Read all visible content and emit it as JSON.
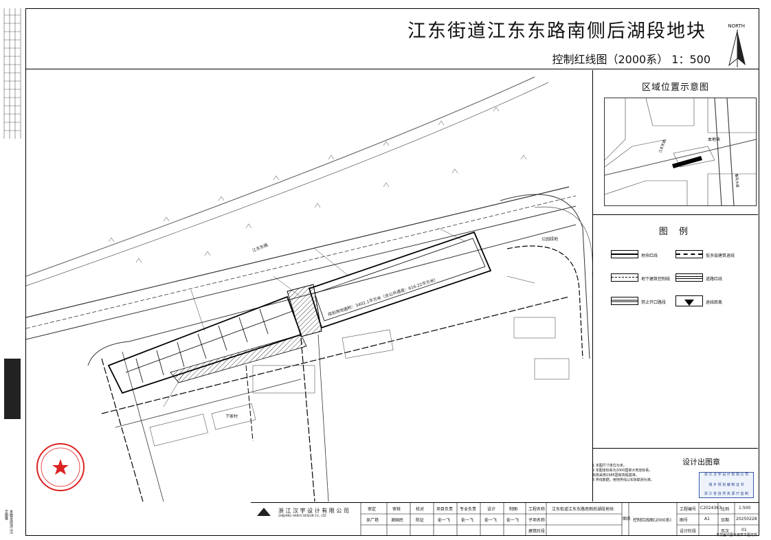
{
  "title": {
    "main": "江东街道江东东路南侧后湖段地块",
    "sub": "控制红线图（2000系）  1：500",
    "north": "NORTH"
  },
  "map": {
    "area_label": "规划用地面积：3402.1平方米（含公共通道：616.22平方米）",
    "park_label": "公园绿地",
    "road_label_1": "江东东路",
    "village_label": "下家村"
  },
  "location": {
    "title": "区域位置示意图",
    "site_label": "本地块",
    "road_a": "江东东路",
    "road_b": "春风大道"
  },
  "legend": {
    "title": "图 例",
    "items": [
      {
        "label": "地块红线"
      },
      {
        "label": "低多层建筑退线"
      },
      {
        "label": "地下建筑控制线"
      },
      {
        "label": "道路红线"
      },
      {
        "label": "禁止开口路段"
      },
      {
        "label": "退线距离"
      }
    ]
  },
  "seal": {
    "label": "设计出图章",
    "stamp_lines": [
      "浙 江 汉 宇 设 计 有 限 公 司",
      "城 乡 规 划 编 制 证 书",
      "浙 江 省 自 然 资 源 厅 监 制"
    ]
  },
  "notes": {
    "lines": [
      "1 本图尺寸单位为米。",
      "2 本图坐标系为2000国家大地坐标系，",
      "  标高采用1985国家高程基准。",
      "3 界线数据，用地界线以实际勘测为准。"
    ]
  },
  "title_block": {
    "company": "浙 江 汉 宇 设 计 有 限 公 司",
    "company_en": "ZHEJIANG HANYU DESIGN CO., LTD",
    "roles": [
      "审定",
      "审核",
      "校对",
      "项目负责",
      "专业负责",
      "设计",
      "制图"
    ],
    "names": [
      "吴广艳",
      "谢国民",
      "陈征",
      "俞一飞",
      "俞一飞",
      "俞一飞",
      "俞一飞"
    ],
    "project_name_label": "工程名称",
    "project_name": "江东街道江东东路南侧后湖段地块",
    "sub_label": "子项名称",
    "drawing_name": "控制红线图(2000系)",
    "drawing_label": "图名",
    "stage_label": "建筑阶段",
    "fields": [
      {
        "label": "工程编号",
        "value": "C2024363"
      },
      {
        "label": "比例",
        "value": "1:500"
      },
      {
        "label": "图号",
        "value": "A1"
      },
      {
        "label": "日期",
        "value": "20250228"
      },
      {
        "label": "设计阶段",
        "value": ""
      },
      {
        "label": "页次",
        "value": "01"
      }
    ]
  },
  "bottom_note": "未加盖出图专用章本图无效",
  "side_note": "本图采用浙江汉宇图框"
}
